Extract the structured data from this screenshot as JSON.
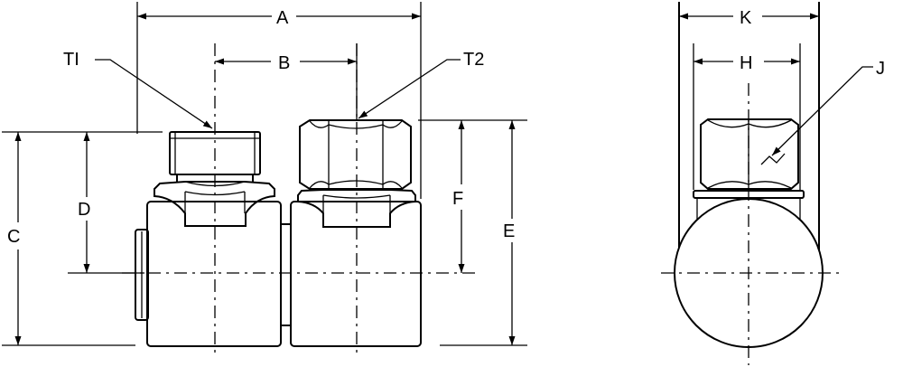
{
  "labels": {
    "A": "A",
    "B": "B",
    "C": "C",
    "D": "D",
    "E": "E",
    "F": "F",
    "K": "K",
    "H": "H",
    "J": "J",
    "T1": "TI",
    "T2": "T2"
  }
}
